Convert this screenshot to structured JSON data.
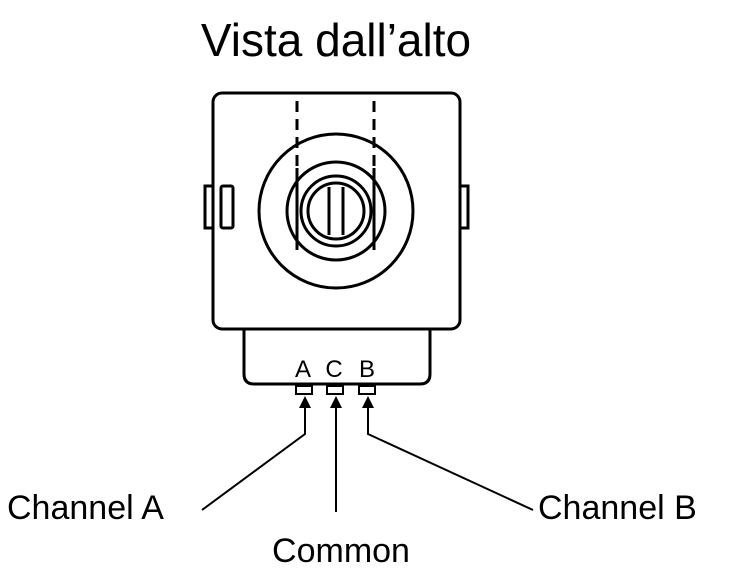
{
  "title": "Vista dall’alto",
  "pins": {
    "a": "A",
    "c": "C",
    "b": "B"
  },
  "labels": {
    "channel_a": "Channel A",
    "common": "Common",
    "channel_b": "Channel B"
  }
}
